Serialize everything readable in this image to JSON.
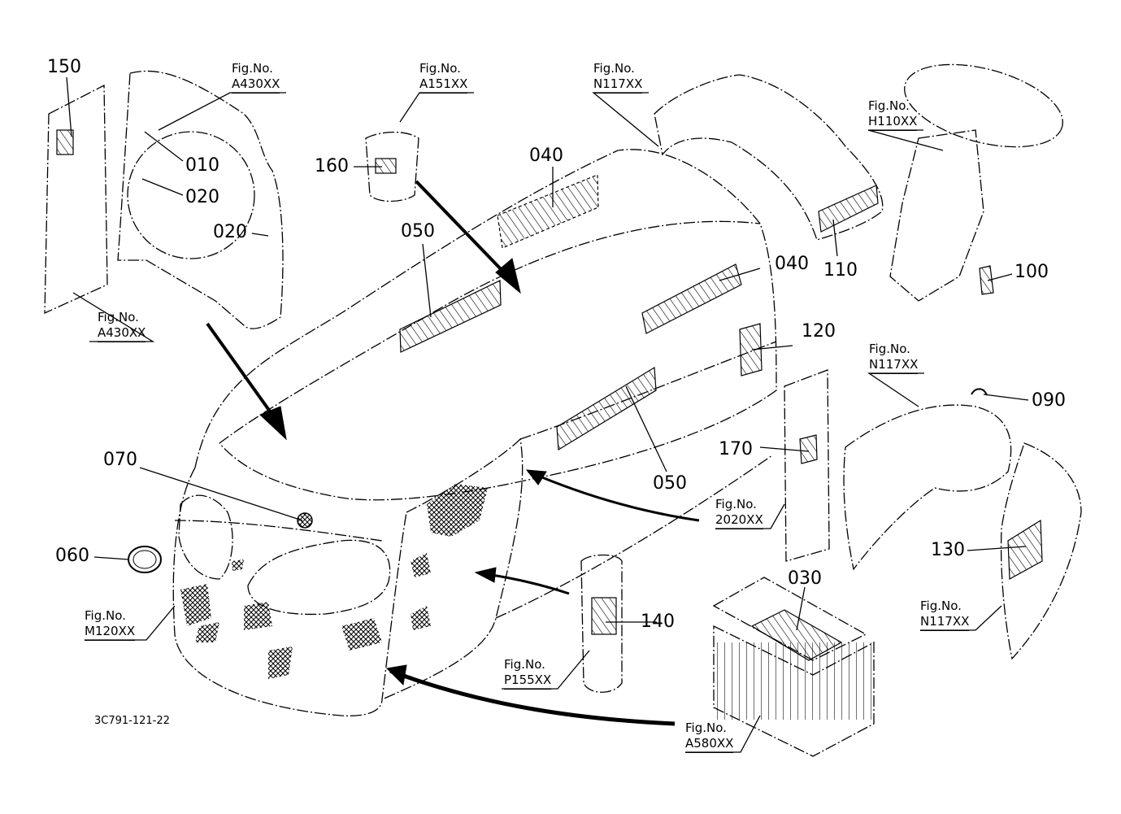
{
  "drawing_number": "3C791-121-22",
  "callouts": {
    "c150": "150",
    "c010": "010",
    "c020a": "020",
    "c020b": "020",
    "c160": "160",
    "c040a": "040",
    "c050a": "050",
    "c040b": "040",
    "c110": "110",
    "c100": "100",
    "c120": "120",
    "c090": "090",
    "c170": "170",
    "c070": "070",
    "c060": "060",
    "c050b": "050",
    "c030": "030",
    "c140": "140",
    "c130": "130"
  },
  "figure_refs": {
    "fig_a430_top": {
      "prefix": "Fig.No.",
      "code": "A430XX"
    },
    "fig_a151": {
      "prefix": "Fig.No.",
      "code": "A151XX"
    },
    "fig_n117_top": {
      "prefix": "Fig.No.",
      "code": "N117XX"
    },
    "fig_h110": {
      "prefix": "Fig.No.",
      "code": "H110XX"
    },
    "fig_a430_left": {
      "prefix": "Fig.No.",
      "code": "A430XX"
    },
    "fig_n117_mid": {
      "prefix": "Fig.No.",
      "code": "N117XX"
    },
    "fig_2020": {
      "prefix": "Fig.No.",
      "code": "2020XX"
    },
    "fig_m120": {
      "prefix": "Fig.No.",
      "code": "M120XX"
    },
    "fig_p155": {
      "prefix": "Fig.No.",
      "code": "P155XX"
    },
    "fig_a580": {
      "prefix": "Fig.No.",
      "code": "A580XX"
    },
    "fig_n117_bot": {
      "prefix": "Fig.No.",
      "code": "N117XX"
    }
  }
}
